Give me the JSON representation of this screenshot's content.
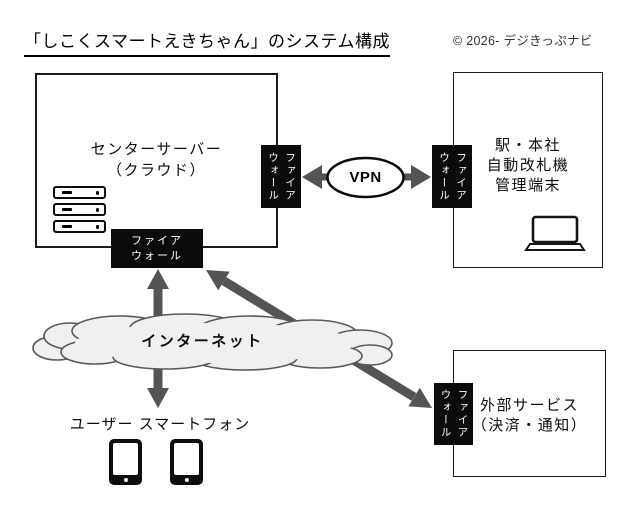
{
  "title": "「しこくスマートえきちゃん」のシステム構成",
  "copyright": "© 2026- デジきっぷナビ",
  "colors": {
    "background": "#ffffff",
    "box_border": "#1a1a1a",
    "firewall_bg": "#0b0b0b",
    "firewall_text": "#ffffff",
    "arrow": "#545454",
    "cloud_fill": "#f0f0f0",
    "cloud_stroke": "#595959"
  },
  "firewall_label": {
    "line1": "ファイア",
    "line2": "ウォール"
  },
  "nodes": {
    "center_server": {
      "line1": "センターサーバー",
      "line2": "（クラウド）",
      "icon": "server-stack-icon"
    },
    "station": {
      "line1": "駅・本社",
      "line2": "自動改札機",
      "line3": "管理端末",
      "icon": "laptop-icon"
    },
    "external_service": {
      "line1": "外部サービス",
      "line2": "（決済・通知）"
    },
    "internet": {
      "label": "インターネット",
      "icon": "cloud-shape"
    },
    "user": {
      "label": "ユーザー スマートフォン",
      "icon": "smartphone-icon"
    },
    "vpn": {
      "label": "VPN"
    }
  },
  "connections": [
    {
      "from": "center-server-firewall",
      "to": "station-firewall",
      "via": "VPN",
      "type": "bidirectional"
    },
    {
      "from": "center-server-firewall-bottom",
      "to": "user-smartphone",
      "via": "internet",
      "type": "bidirectional"
    },
    {
      "from": "center-server-firewall-bottom",
      "to": "external-service-firewall",
      "type": "bidirectional"
    }
  ]
}
